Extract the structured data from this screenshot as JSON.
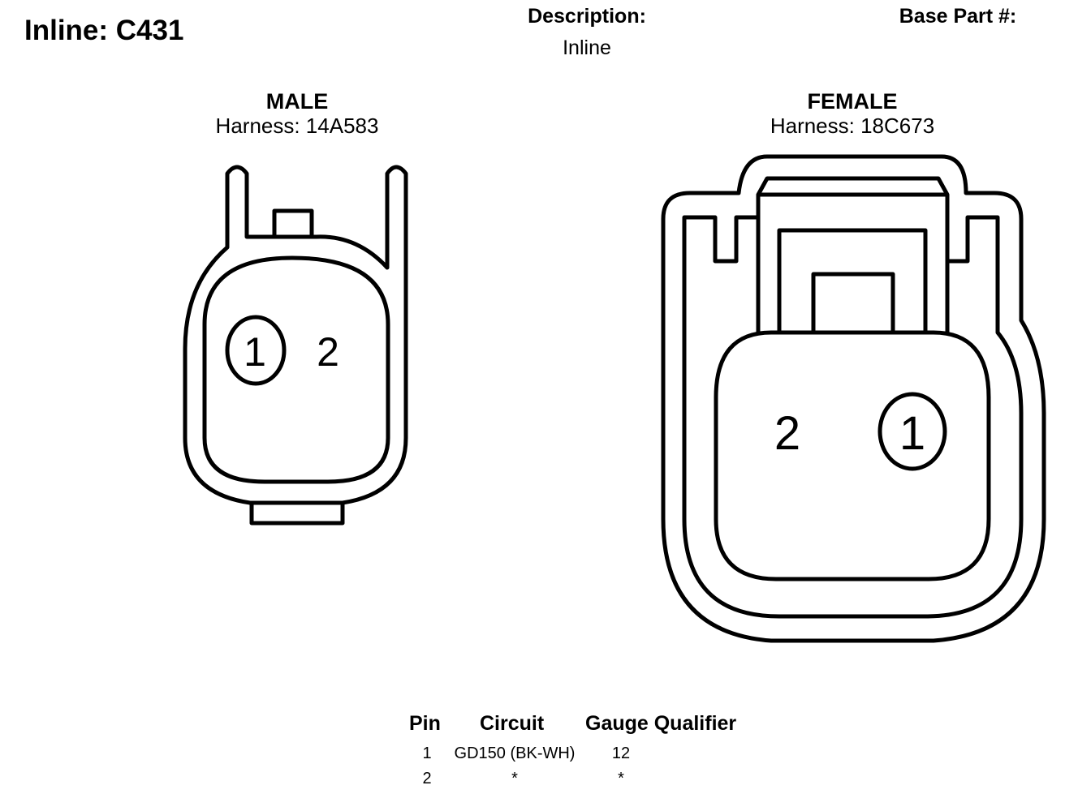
{
  "header": {
    "title": "Inline: C431",
    "description_label": "Description:",
    "description_value": "Inline",
    "base_part_label": "Base Part #:"
  },
  "male": {
    "title": "MALE",
    "harness": "Harness: 14A583",
    "pins": [
      "1",
      "2"
    ]
  },
  "female": {
    "title": "FEMALE",
    "harness": "Harness: 18C673",
    "pins": [
      "2",
      "1"
    ]
  },
  "pin_table": {
    "headers": [
      "Pin",
      "Circuit",
      "Gauge Qualifier"
    ],
    "rows": [
      {
        "pin": "1",
        "circuit": "GD150 (BK-WH)",
        "gauge": "12"
      },
      {
        "pin": "2",
        "circuit": "*",
        "gauge": "*"
      }
    ]
  }
}
